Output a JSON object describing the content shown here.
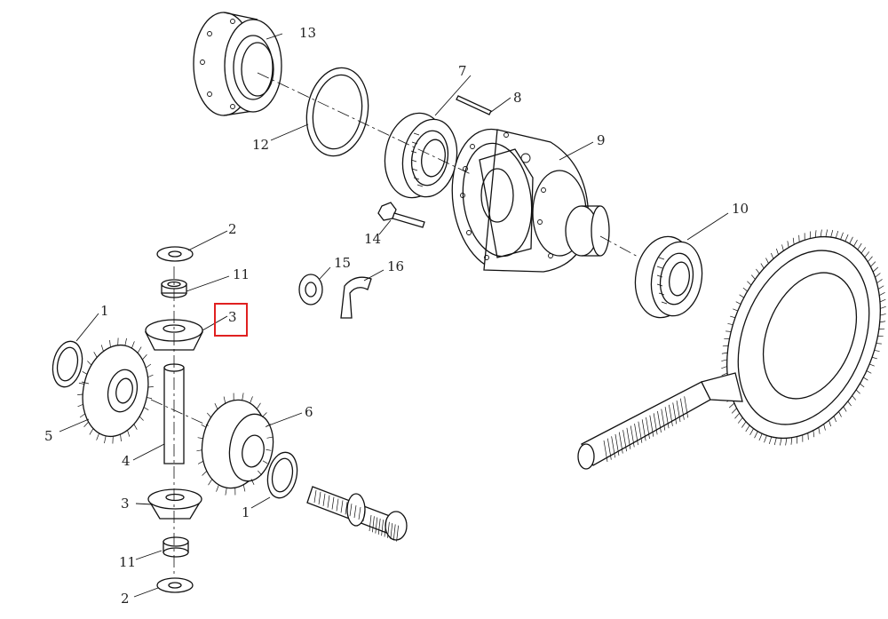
{
  "callouts": [
    {
      "id": "c13",
      "text": "13"
    },
    {
      "id": "c7",
      "text": "7"
    },
    {
      "id": "c8",
      "text": "8"
    },
    {
      "id": "c9",
      "text": "9"
    },
    {
      "id": "c12",
      "text": "12"
    },
    {
      "id": "c10",
      "text": "10"
    },
    {
      "id": "c14",
      "text": "14"
    },
    {
      "id": "c15",
      "text": "15"
    },
    {
      "id": "c16",
      "text": "16"
    },
    {
      "id": "c2a",
      "text": "2"
    },
    {
      "id": "c11a",
      "text": "11"
    },
    {
      "id": "c3a",
      "text": "3"
    },
    {
      "id": "c1a",
      "text": "1"
    },
    {
      "id": "c5",
      "text": "5"
    },
    {
      "id": "c6",
      "text": "6"
    },
    {
      "id": "c4",
      "text": "4"
    },
    {
      "id": "c1b",
      "text": "1"
    },
    {
      "id": "c3b",
      "text": "3"
    },
    {
      "id": "c11b",
      "text": "11"
    },
    {
      "id": "c2b",
      "text": "2"
    }
  ],
  "highlight": {
    "color": "#e02020"
  },
  "line_color": "#111111"
}
